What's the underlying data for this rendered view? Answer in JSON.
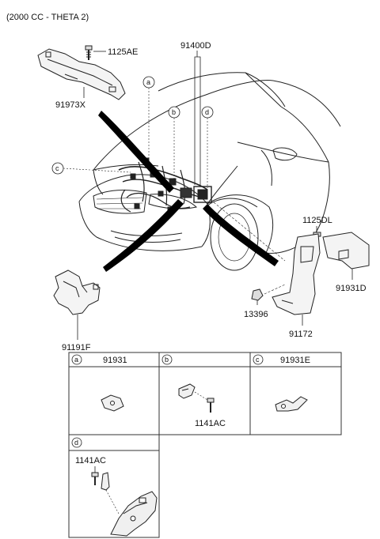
{
  "diagram": {
    "title": "(2000 CC - THETA 2)",
    "part_labels": {
      "p1125AE": "1125AE",
      "p91973X": "91973X",
      "p91400D": "91400D",
      "p1125DL": "1125DL",
      "p91931D": "91931D",
      "p13396": "13396",
      "p91172": "91172",
      "p91191F": "91191F"
    },
    "callouts": {
      "a": "a",
      "b": "b",
      "c": "c",
      "d": "d"
    },
    "table": {
      "cells": [
        {
          "letter": "a",
          "part": "91931"
        },
        {
          "letter": "b",
          "part": "",
          "sub_part": "1141AC"
        },
        {
          "letter": "c",
          "part": "91931E"
        },
        {
          "letter": "d",
          "part": "",
          "sub_part": "1141AC"
        }
      ]
    }
  }
}
